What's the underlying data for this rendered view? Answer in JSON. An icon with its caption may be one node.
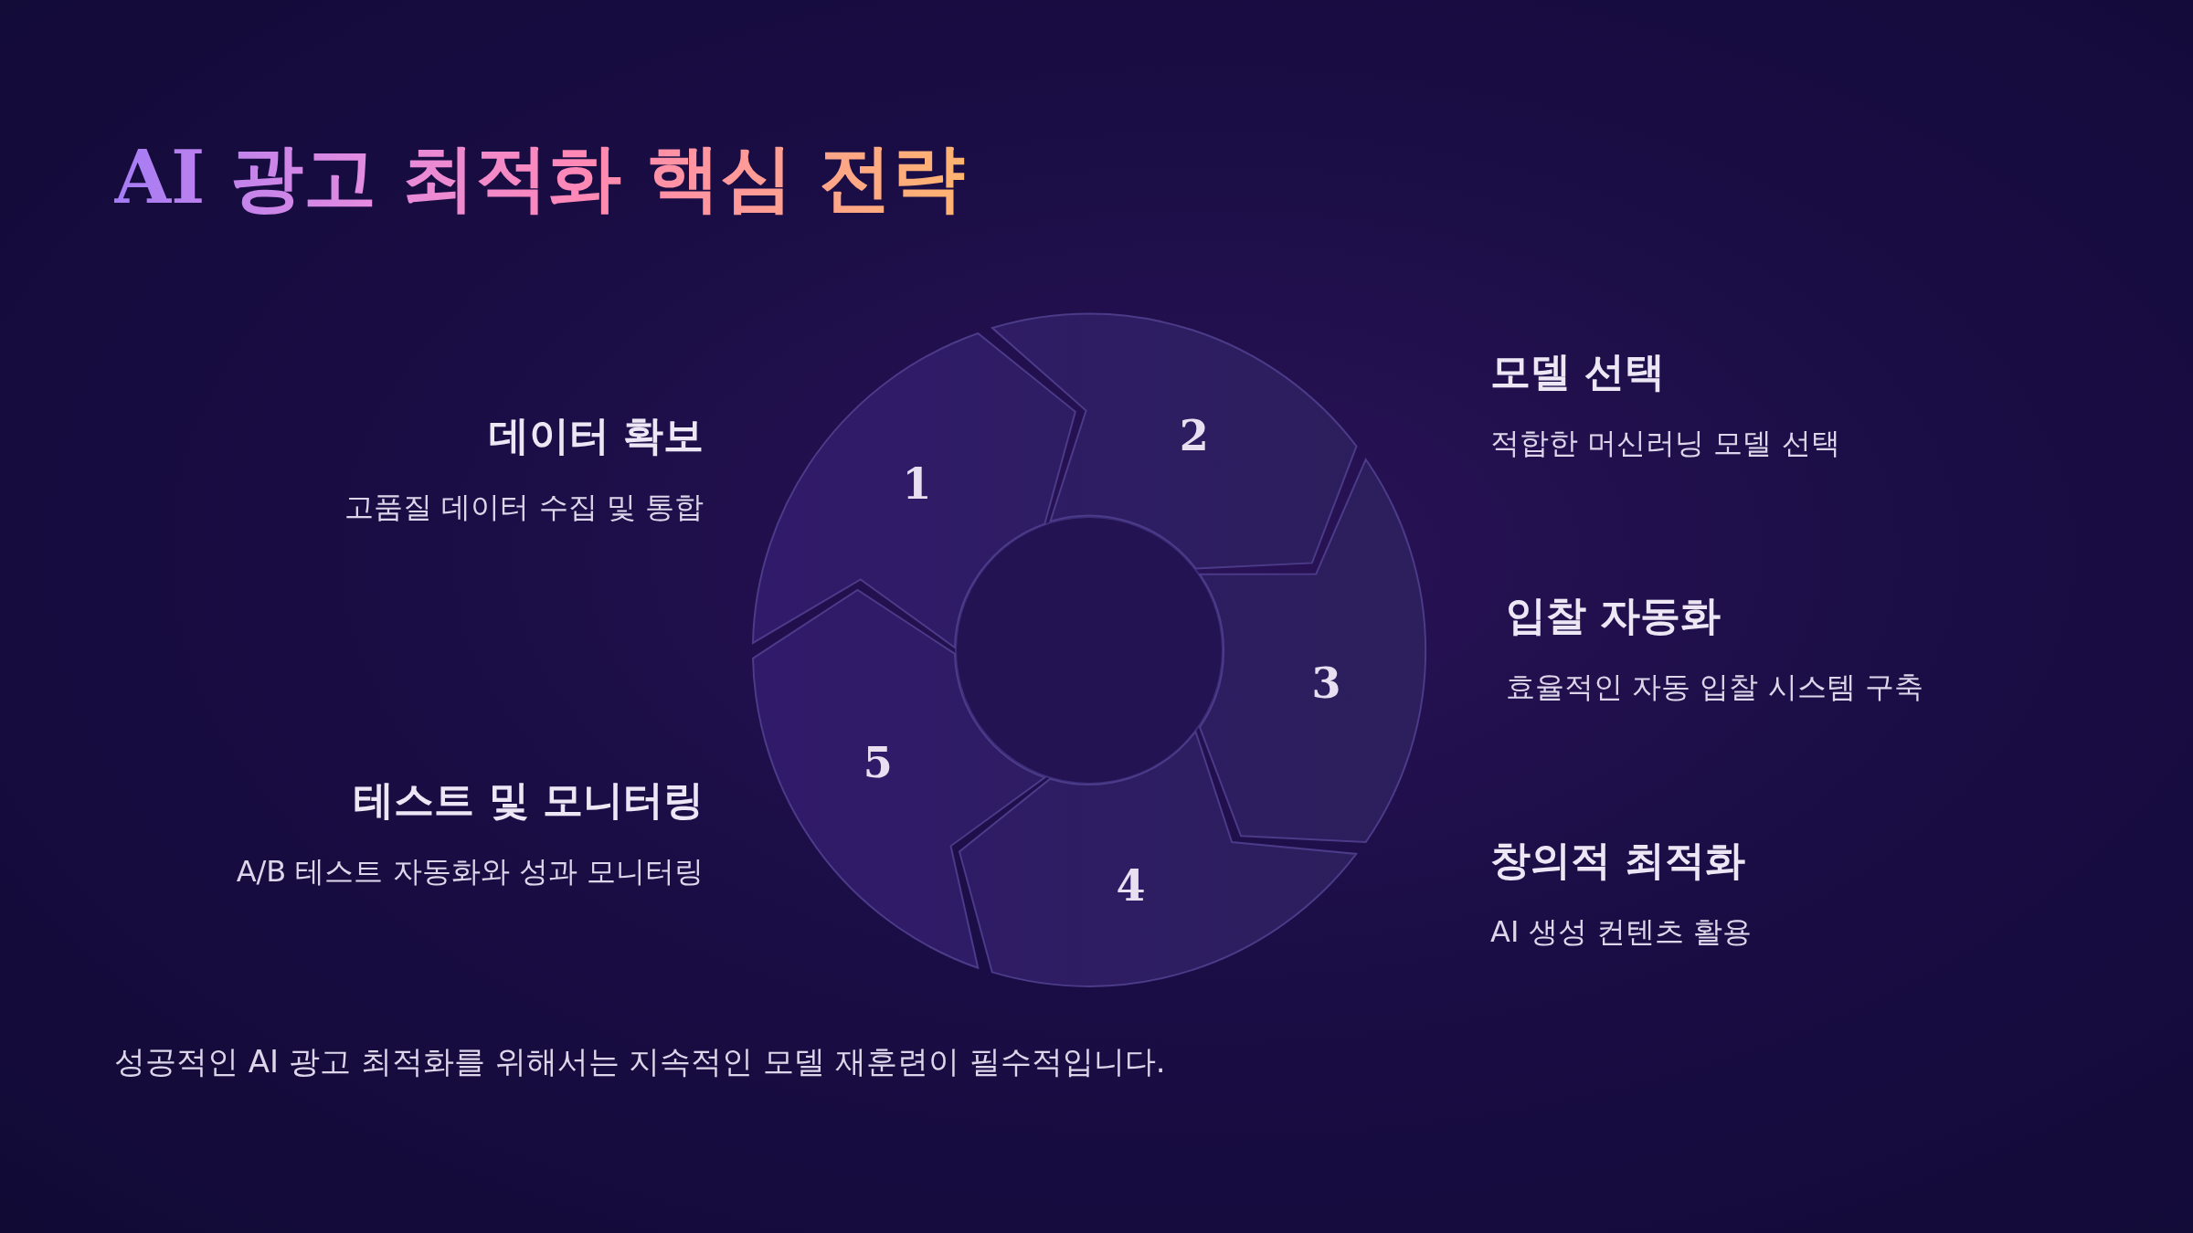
{
  "diagram": {
    "title": "AI 광고 최적화 핵심 전략",
    "nodes": [
      {
        "text": [
          "1"
        ],
        "beside": [
          "데이터 확보",
          "고품질 데이터 수집 및 통합"
        ]
      },
      {
        "text": [
          "2"
        ],
        "beside": [
          "모델 선택",
          "적합한 머신러닝 모델 선택"
        ]
      },
      {
        "text": [
          "3"
        ],
        "beside": [
          "입찰 자동화",
          "효율적인 자동 입찰 시스템 구축"
        ]
      },
      {
        "text": [
          "4"
        ],
        "beside": [
          "창의적 최적화",
          "AI 생성 컨텐츠 활용"
        ]
      },
      {
        "text": [
          "5"
        ],
        "beside": [
          "테스트 및 모니터링",
          "A/B 테스트 자동화와 성과 모니터링"
        ]
      },
      {
        "text": [],
        "shape": "circle"
      }
    ],
    "caption": "성공적인 AI 광고 최적화를 위해서는 지속적인 모델 재훈련이 필수적입니다."
  }
}
